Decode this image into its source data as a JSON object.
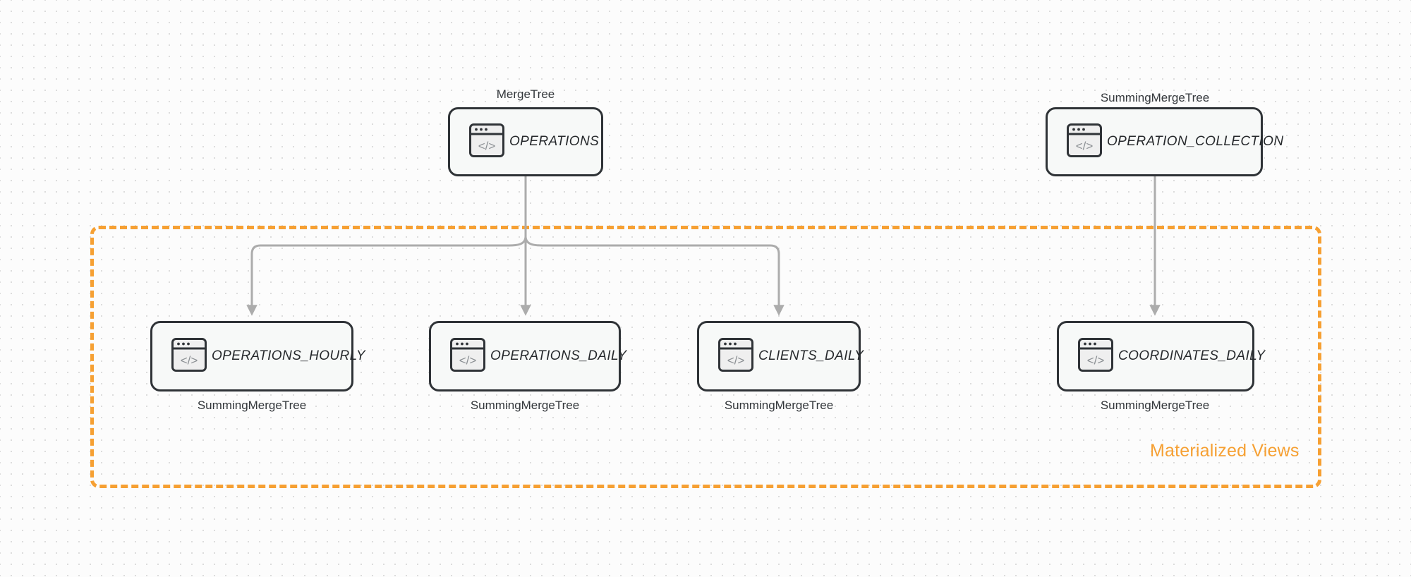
{
  "diagram": {
    "title": "ClickHouse table and materialized view topology",
    "background_color": "#fcfcfc",
    "accent_color": "#f6a033",
    "node_border_color": "#2f3337",
    "node_fill_color": "#f7f9f8",
    "edge_color": "#acacac"
  },
  "group": {
    "label": "Materialized Views",
    "border_style": "dashed",
    "color": "#f6a033"
  },
  "icons": {
    "code_window": "code-window-icon"
  },
  "nodes": [
    {
      "id": "operations",
      "label": "OPERATIONS",
      "engine": "MergeTree",
      "engine_position": "above",
      "row": "source"
    },
    {
      "id": "operation_collection",
      "label": "OPERATION_COLLECTION",
      "engine": "SummingMergeTree",
      "engine_position": "above",
      "row": "source"
    },
    {
      "id": "operations_hourly",
      "label": "OPERATIONS_HOURLY",
      "engine": "SummingMergeTree",
      "engine_position": "below",
      "row": "materialized-view"
    },
    {
      "id": "operations_daily",
      "label": "OPERATIONS_DAILY",
      "engine": "SummingMergeTree",
      "engine_position": "below",
      "row": "materialized-view"
    },
    {
      "id": "clients_daily",
      "label": "CLIENTS_DAILY",
      "engine": "SummingMergeTree",
      "engine_position": "below",
      "row": "materialized-view"
    },
    {
      "id": "coordinates_daily",
      "label": "COORDINATES_DAILY",
      "engine": "SummingMergeTree",
      "engine_position": "below",
      "row": "materialized-view"
    }
  ],
  "edges": [
    {
      "from": "operations",
      "to": "operations_hourly"
    },
    {
      "from": "operations",
      "to": "operations_daily"
    },
    {
      "from": "operations",
      "to": "clients_daily"
    },
    {
      "from": "operation_collection",
      "to": "coordinates_daily"
    }
  ]
}
